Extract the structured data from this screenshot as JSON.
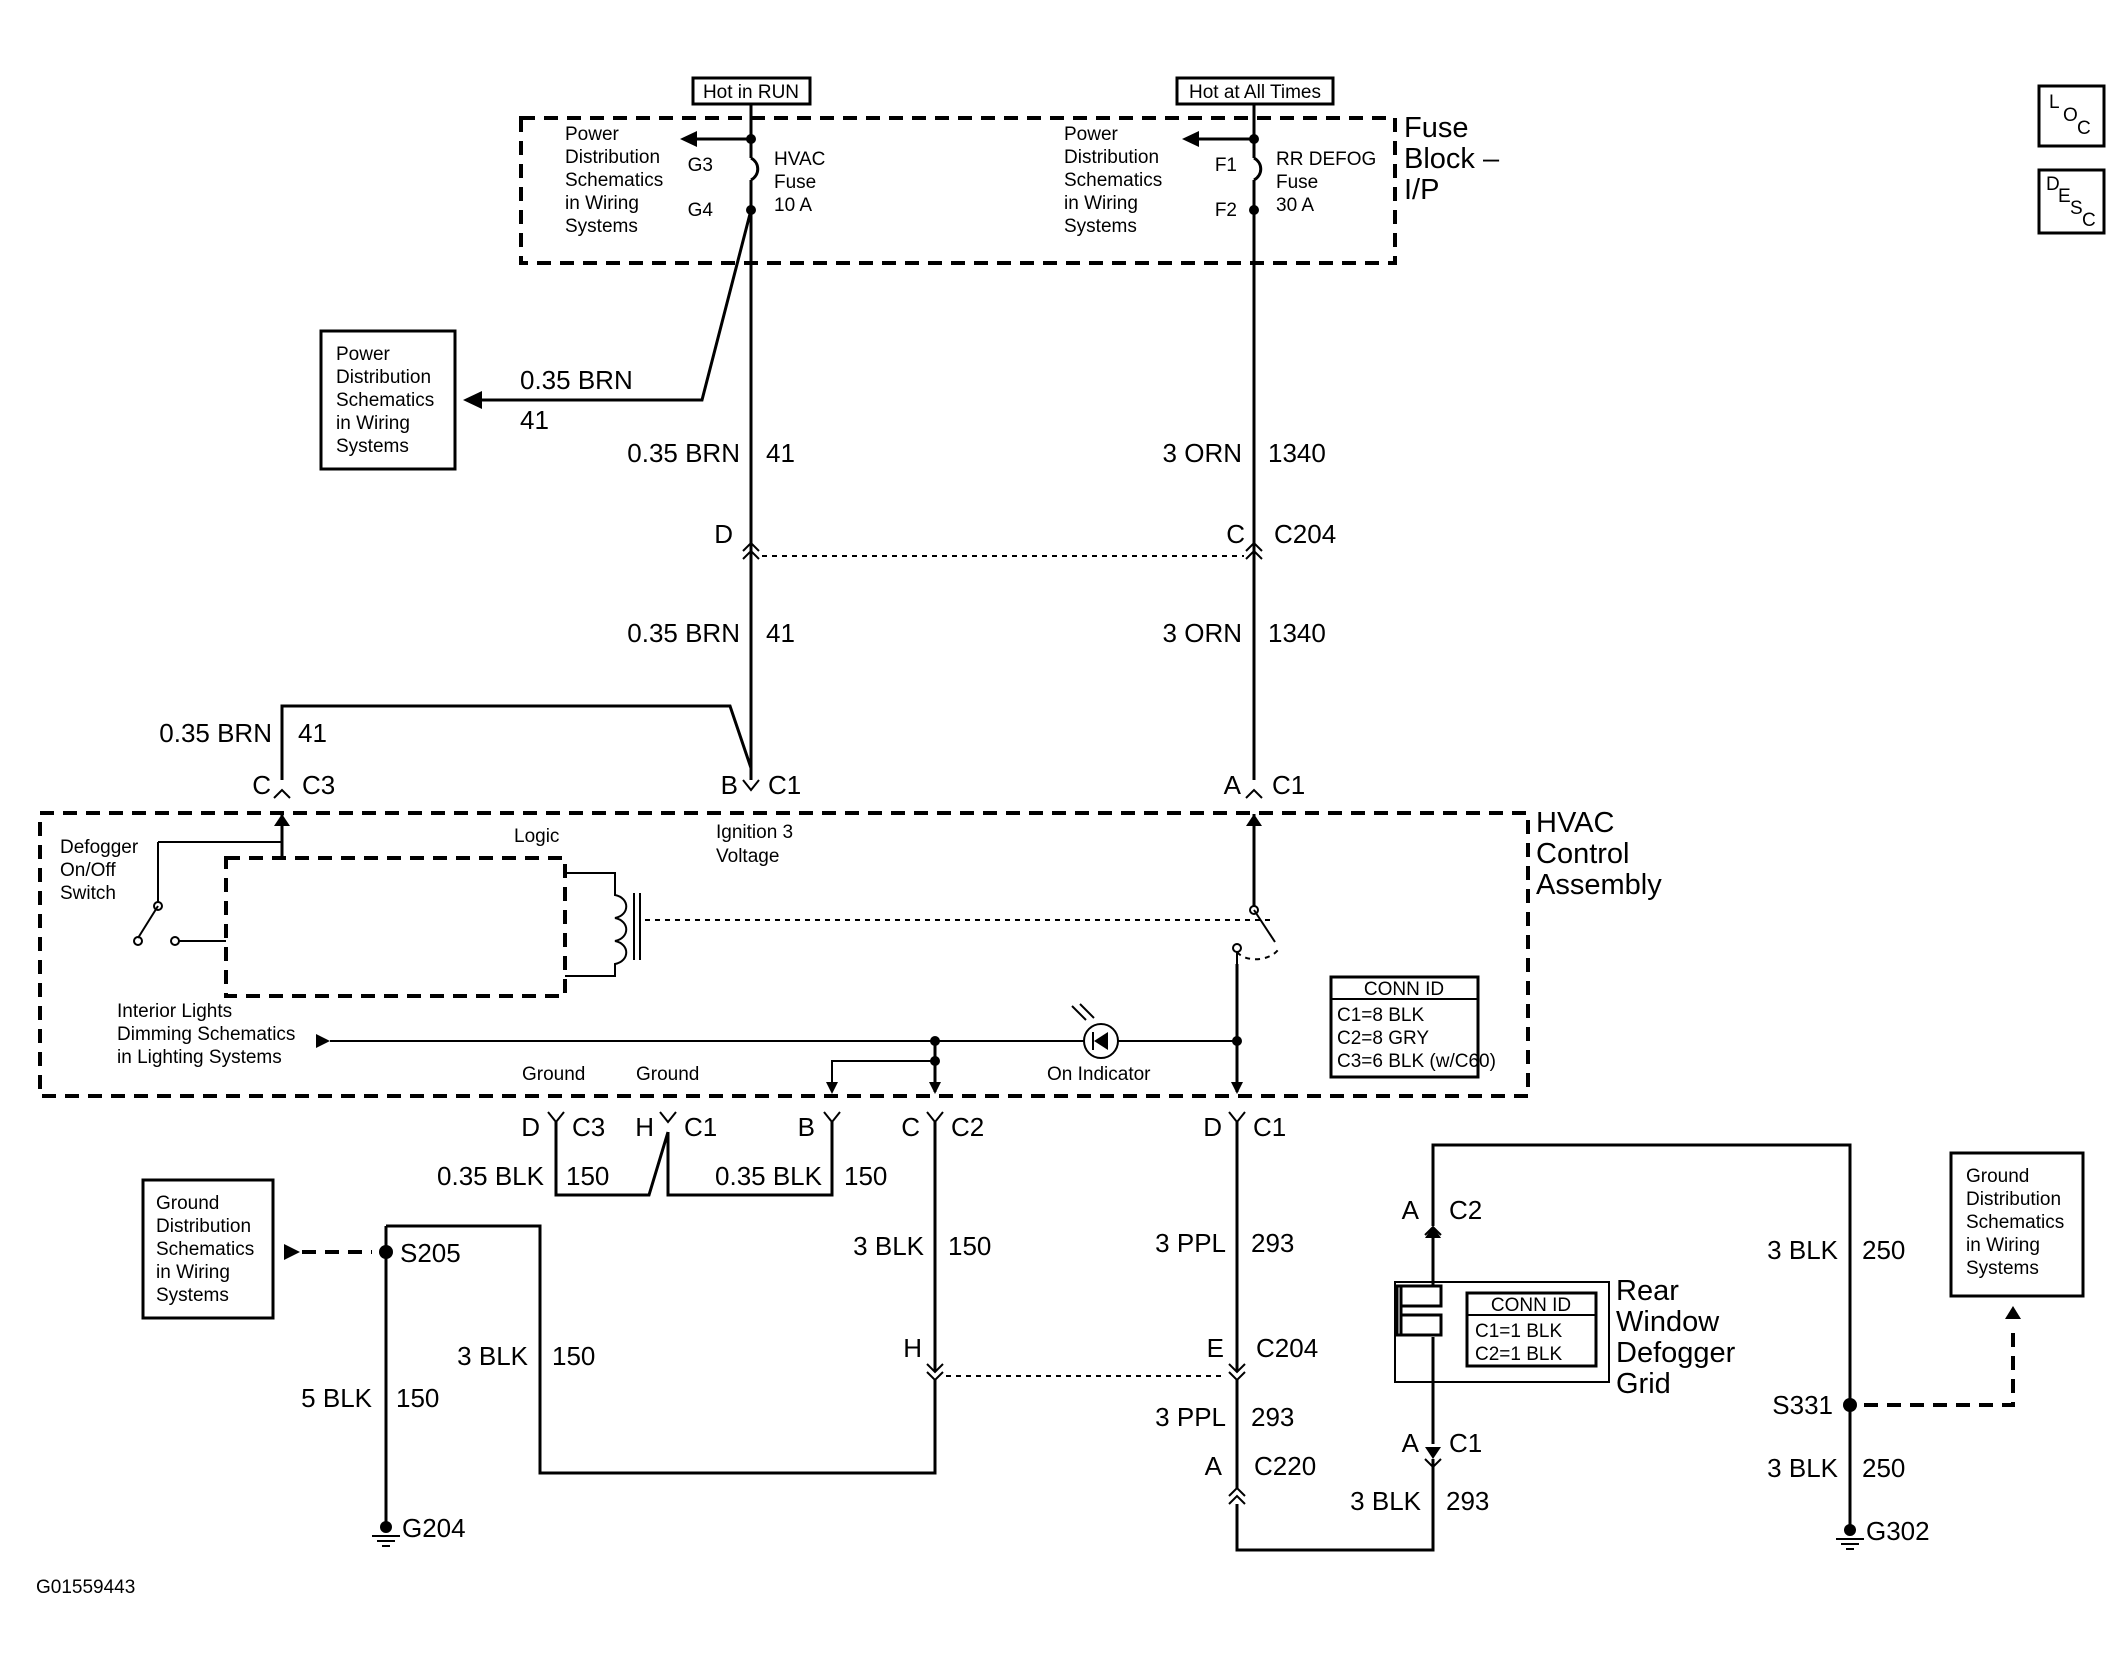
{
  "labels": {
    "hot_run": "Hot in RUN",
    "hot_all": "Hot at All Times",
    "fuse_block": [
      "Fuse",
      "Block –",
      "I/P"
    ],
    "pd_top_left": [
      "Power",
      "Distribution",
      "Schematics",
      "in Wiring",
      "Systems"
    ],
    "pd_top_right": [
      "Power",
      "Distribution",
      "Schematics",
      "in Wiring",
      "Systems"
    ],
    "pd_left_box": [
      "Power",
      "Distribution",
      "Schematics",
      "in Wiring",
      "Systems"
    ],
    "g3": "G3",
    "g4": "G4",
    "f1": "F1",
    "f2": "F2",
    "hvac_fuse": [
      "HVAC",
      "Fuse",
      "10 A"
    ],
    "rr_defog_fuse": [
      "RR DEFOG",
      "Fuse",
      "30 A"
    ],
    "wire_041_brn": "0.35 BRN",
    "c41": "41",
    "wire_3_orn": "3 ORN",
    "c1340": "1340",
    "pin_d": "D",
    "pin_c": "C",
    "pin_b": "B",
    "pin_a": "A",
    "pin_h": "H",
    "pin_e": "E",
    "c204": "C204",
    "c1": "C1",
    "c2": "C2",
    "c3": "C3",
    "c220": "C220",
    "ign3": [
      "Ignition 3",
      "Voltage"
    ],
    "hvac_assembly": [
      "HVAC",
      "Control",
      "Assembly"
    ],
    "defogger_switch": [
      "Defogger",
      "On/Off",
      "Switch"
    ],
    "logic": "Logic",
    "interior_lights": [
      "Interior Lights",
      "Dimming Schematics",
      "in Lighting Systems"
    ],
    "on_indicator": "On Indicator",
    "ground": "Ground",
    "conn_id": "CONN ID",
    "conn_hvac": [
      "C1=8 BLK",
      "C2=8 GRY",
      "C3=6 BLK (w/C60)"
    ],
    "conn_grid": [
      "C1=1 BLK",
      "C2=1 BLK"
    ],
    "wire_035_blk": "0.35 BLK",
    "c150": "150",
    "wire_3_blk": "3 BLK",
    "wire_5_blk": "5 BLK",
    "wire_3_ppl": "3 PPL",
    "c293": "293",
    "c250": "250",
    "gd_left": [
      "Ground",
      "Distribution",
      "Schematics",
      "in Wiring",
      "Systems"
    ],
    "gd_right": [
      "Ground",
      "Distribution",
      "Schematics",
      "in Wiring",
      "Systems"
    ],
    "s205": "S205",
    "s331": "S331",
    "g204": "G204",
    "g302": "G302",
    "rear_grid": [
      "Rear",
      "Window",
      "Defogger",
      "Grid"
    ],
    "loc": [
      "L",
      "O",
      "C"
    ],
    "desc": [
      "D",
      "E",
      "S",
      "C"
    ],
    "figure_id": "G01559443"
  }
}
